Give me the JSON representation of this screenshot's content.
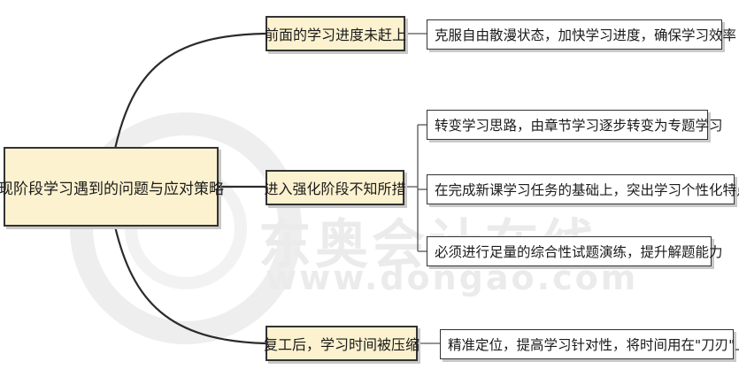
{
  "watermark": {
    "brand_cn": "东奥会计在线",
    "url": "www.dongao.com"
  },
  "root": {
    "label": "现阶段学习遇到的问题与应对策略"
  },
  "branches": [
    {
      "label": "前面的学习进度未赶上",
      "leaves": [
        "克服自由散漫状态，加快学习进度，确保学习效率"
      ]
    },
    {
      "label": "进入强化阶段不知所措",
      "leaves": [
        "转变学习思路，由章节学习逐步转变为专题学习",
        "在完成新课学习任务的基础上，突出学习个性化特点",
        "必须进行足量的综合性试题演练，提升解题能力"
      ]
    },
    {
      "label": "复工后，学习时间被压缩",
      "leaves": [
        "精准定位，提高学习针对性，将时间用在\"刀刃\"上"
      ]
    }
  ]
}
